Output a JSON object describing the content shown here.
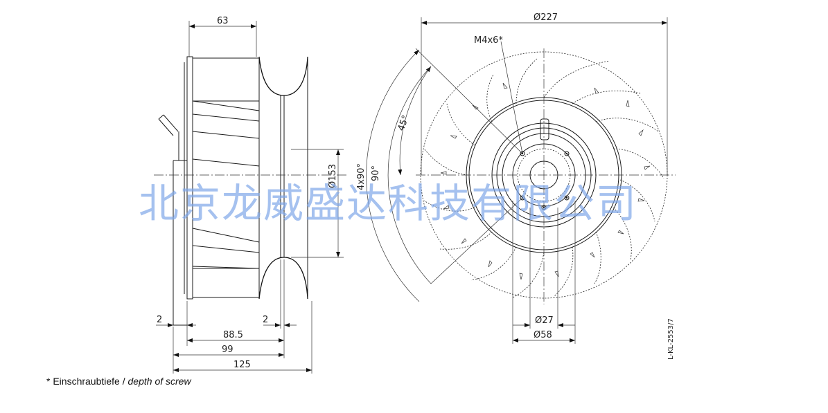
{
  "side_view": {
    "dim_top": "63",
    "dim_bore": "Ø153",
    "dim_2_left": "2",
    "dim_2_right": "2",
    "dim_885": "88.5",
    "dim_99": "99",
    "dim_125": "125"
  },
  "front_view": {
    "dim_227": "Ø227",
    "screw": "M4x6*",
    "angle_45": "45°",
    "angle_4x90": "4x90°",
    "angle_90": "90°",
    "dim_27": "Ø27",
    "dim_58": "Ø58"
  },
  "drawing_no": "L-KL-2553/7",
  "watermark": "北京龙威盛达科技有限公司",
  "footnote": {
    "german": "* Einschraubtiefe /",
    "english": "depth of screw"
  }
}
